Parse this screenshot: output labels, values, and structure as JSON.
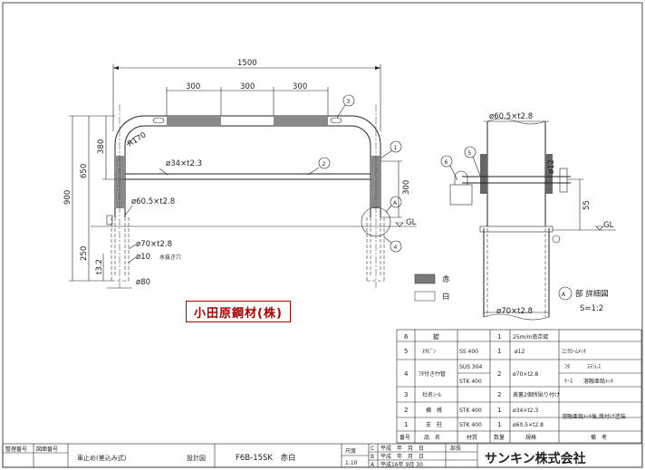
{
  "drawing": {
    "dims": {
      "total_width": "1500",
      "seg1": "300",
      "seg2": "300",
      "seg3": "300",
      "total_height": "900",
      "h650": "650",
      "h380": "380",
      "h250": "250",
      "radius": "R170",
      "h300": "300",
      "t32": "t3.2",
      "beam": "ø34×t2.3",
      "post": "ø60.5×t2.8",
      "socket": "ø70×t2.8",
      "hole": "ø10",
      "hole_note": "水抜き穴",
      "base": "ø80",
      "gl": "GL"
    },
    "balloons": [
      "1",
      "2",
      "3",
      "4",
      "A"
    ],
    "detail": {
      "post": "ø60.5×t2.8",
      "pin": "ø12",
      "h55": "55",
      "socket": "ø70×t2.8",
      "gl": "GL",
      "balloons": [
        "5",
        "6"
      ],
      "title_mark": "A",
      "title": "部 詳細図",
      "scale": "S=1:2"
    },
    "legend": [
      {
        "label": "赤",
        "color": "#7a7a7a"
      },
      {
        "label": "白",
        "color": "#ffffff"
      }
    ],
    "stamp": "小田原鋼材(株)"
  },
  "parts_table": {
    "rows": [
      {
        "no": "6",
        "name": "錠",
        "material": "",
        "qty": "1",
        "spec": "25m/m南京錠",
        "note": ""
      },
      {
        "no": "5",
        "name": "ﾇｷﾋﾟﾝ",
        "material": "SS 400",
        "qty": "1",
        "spec": "ø12",
        "note": "ﾕﾆｸﾛｰﾑﾒｯｷ"
      },
      {
        "no": "4",
        "name": "ﾌﾀ付きｻﾔ管",
        "material": "SUS 304",
        "material2": "STK 400",
        "qty": "2",
        "spec": "ø70×t2.8",
        "note": "ﾌﾀ",
        "note_b": "ｽﾃﾝﾚｽ",
        "note2": "ｹｰｽ",
        "note2_b": "溶融亜鉛ﾒｯｷ"
      },
      {
        "no": "3",
        "name": "社名ｼｰﾙ",
        "material": "",
        "qty": "2",
        "spec": "",
        "note": "表裏2個所貼り付け"
      },
      {
        "no": "2",
        "name": "横　桟",
        "material": "STK 400",
        "qty": "1",
        "spec": "ø34×t2.3",
        "note": "溶融亜鉛ﾒｯｷ後,焼付け塗装"
      },
      {
        "no": "1",
        "name": "支　柱",
        "material": "STK 400",
        "qty": "1",
        "spec": "ø60.5×t2.8",
        "note": ""
      }
    ],
    "header": {
      "no": "番号",
      "name": "品　名",
      "material": "材質",
      "qty": "数量",
      "spec": "規格",
      "note": "備　考"
    }
  },
  "title_block": {
    "org_no_label": "整理番号",
    "drawing_no_label": "図面番号",
    "title": "車止め(差込み式)",
    "design_label": "設計図",
    "model": "F6B-15SK　赤白",
    "scale_label": "尺度",
    "scale": "1:10",
    "rev_mark1": "C",
    "rev_mark2": "B",
    "rev_mark3": "A",
    "rev_text1": "平成　年　月　日",
    "rev_text2": "平成　年　月　日",
    "rev_text3": "平成16年 9月 30",
    "dept_label": "部長",
    "company": "サンキン株式会社"
  }
}
